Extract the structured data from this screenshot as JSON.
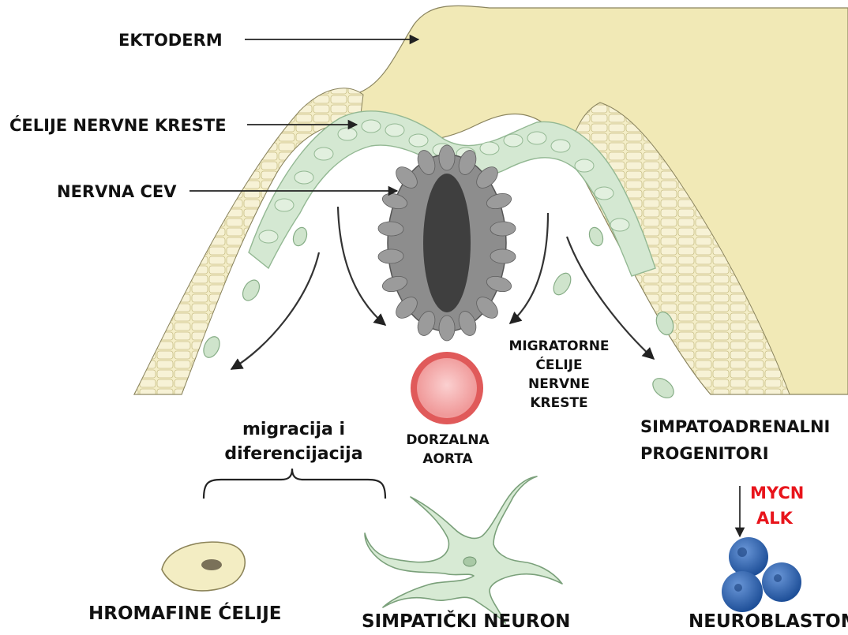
{
  "labels": {
    "ektoderm": "EKTODERM",
    "celije_nervne_kreste": "ĆELIJE NERVNE KRESTE",
    "nervna_cev": "NERVNA CEV",
    "migratorne_line1": "MIGRATORNE",
    "migratorne_line2": "ĆELIJE",
    "migratorne_line3": "NERVNE",
    "migratorne_line4": "KRESTE",
    "dorzalna_line1": "DORZALNA",
    "dorzalna_line2": "AORTA",
    "migracija_line1": "migracija i",
    "migracija_line2": "diferencijacija",
    "simpatoadrenalni_line1": "SIMPATOADRENALNI",
    "simpatoadrenalni_line2": "PROGENITORI",
    "mycn": "MYCN",
    "alk": "ALK",
    "hromafine": "HROMAFINE ĆELIJE",
    "simpaticki": "SIMPATIČKI NEURON",
    "neuroblastom": "NEUROBLASTOM"
  },
  "colors": {
    "ectoderm_fill": "#f1e9b6",
    "ectoderm_cells": "#f4eec8",
    "crest_fill": "#d4e8d2",
    "crest_outline": "#93b893",
    "tube_outer": "#8d8d8d",
    "tube_inner": "#3f3f3f",
    "aorta_outer": "#e05a5a",
    "aorta_inner": "#f7b3b3",
    "neuroblastoma": "#3a6bb4",
    "highlight_red": "#e8141b"
  },
  "icons": {
    "chromaffin": "chromaffin-cell-icon",
    "neuron": "sympathetic-neuron-icon",
    "neuroblastoma": "neuroblastoma-cells-icon"
  }
}
